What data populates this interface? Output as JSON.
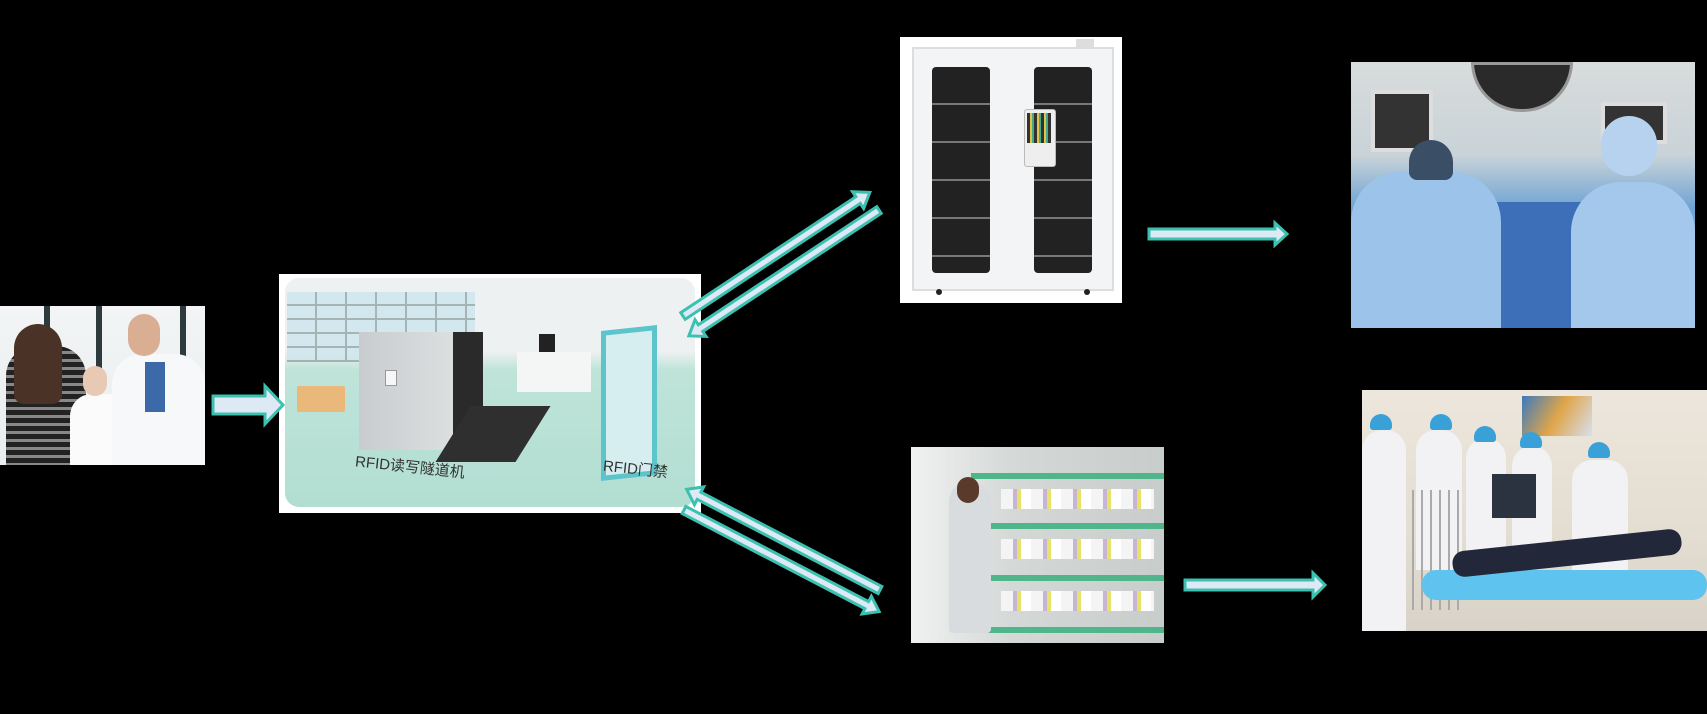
{
  "diagram": {
    "title": "RFID medical supplies flow",
    "background": "#000000",
    "arrow_colors": {
      "outline": "#3cc0b0",
      "fill": "#dde9f5"
    },
    "nodes": [
      {
        "id": "supplier",
        "name": "supplier-handshake-photo",
        "description": "Supplier meeting with doctors (handshake)"
      },
      {
        "id": "rfid",
        "name": "rfid-warehouse-scene",
        "description": "RFID warehouse with tunnel reader and gate",
        "labels": [
          "RFID读写隧道机",
          "RFID门禁"
        ]
      },
      {
        "id": "cabinet",
        "name": "smart-cabinet-photo",
        "description": "Smart RFID medical consumables cabinet"
      },
      {
        "id": "surgery",
        "name": "operating-room-photo",
        "description": "Surgeons in operating room"
      },
      {
        "id": "pharmacy",
        "name": "pharmacy-shelves-photo",
        "description": "Pharmacist at medicine shelves"
      },
      {
        "id": "ward",
        "name": "hospital-ward-photo",
        "description": "Doctors at patient bedside in ward"
      }
    ],
    "edges": [
      {
        "from": "supplier",
        "to": "rfid",
        "type": "single"
      },
      {
        "from": "rfid",
        "to": "cabinet",
        "type": "bidirectional"
      },
      {
        "from": "rfid",
        "to": "pharmacy",
        "type": "bidirectional"
      },
      {
        "from": "cabinet",
        "to": "surgery",
        "type": "single"
      },
      {
        "from": "pharmacy",
        "to": "ward",
        "type": "single"
      }
    ]
  }
}
